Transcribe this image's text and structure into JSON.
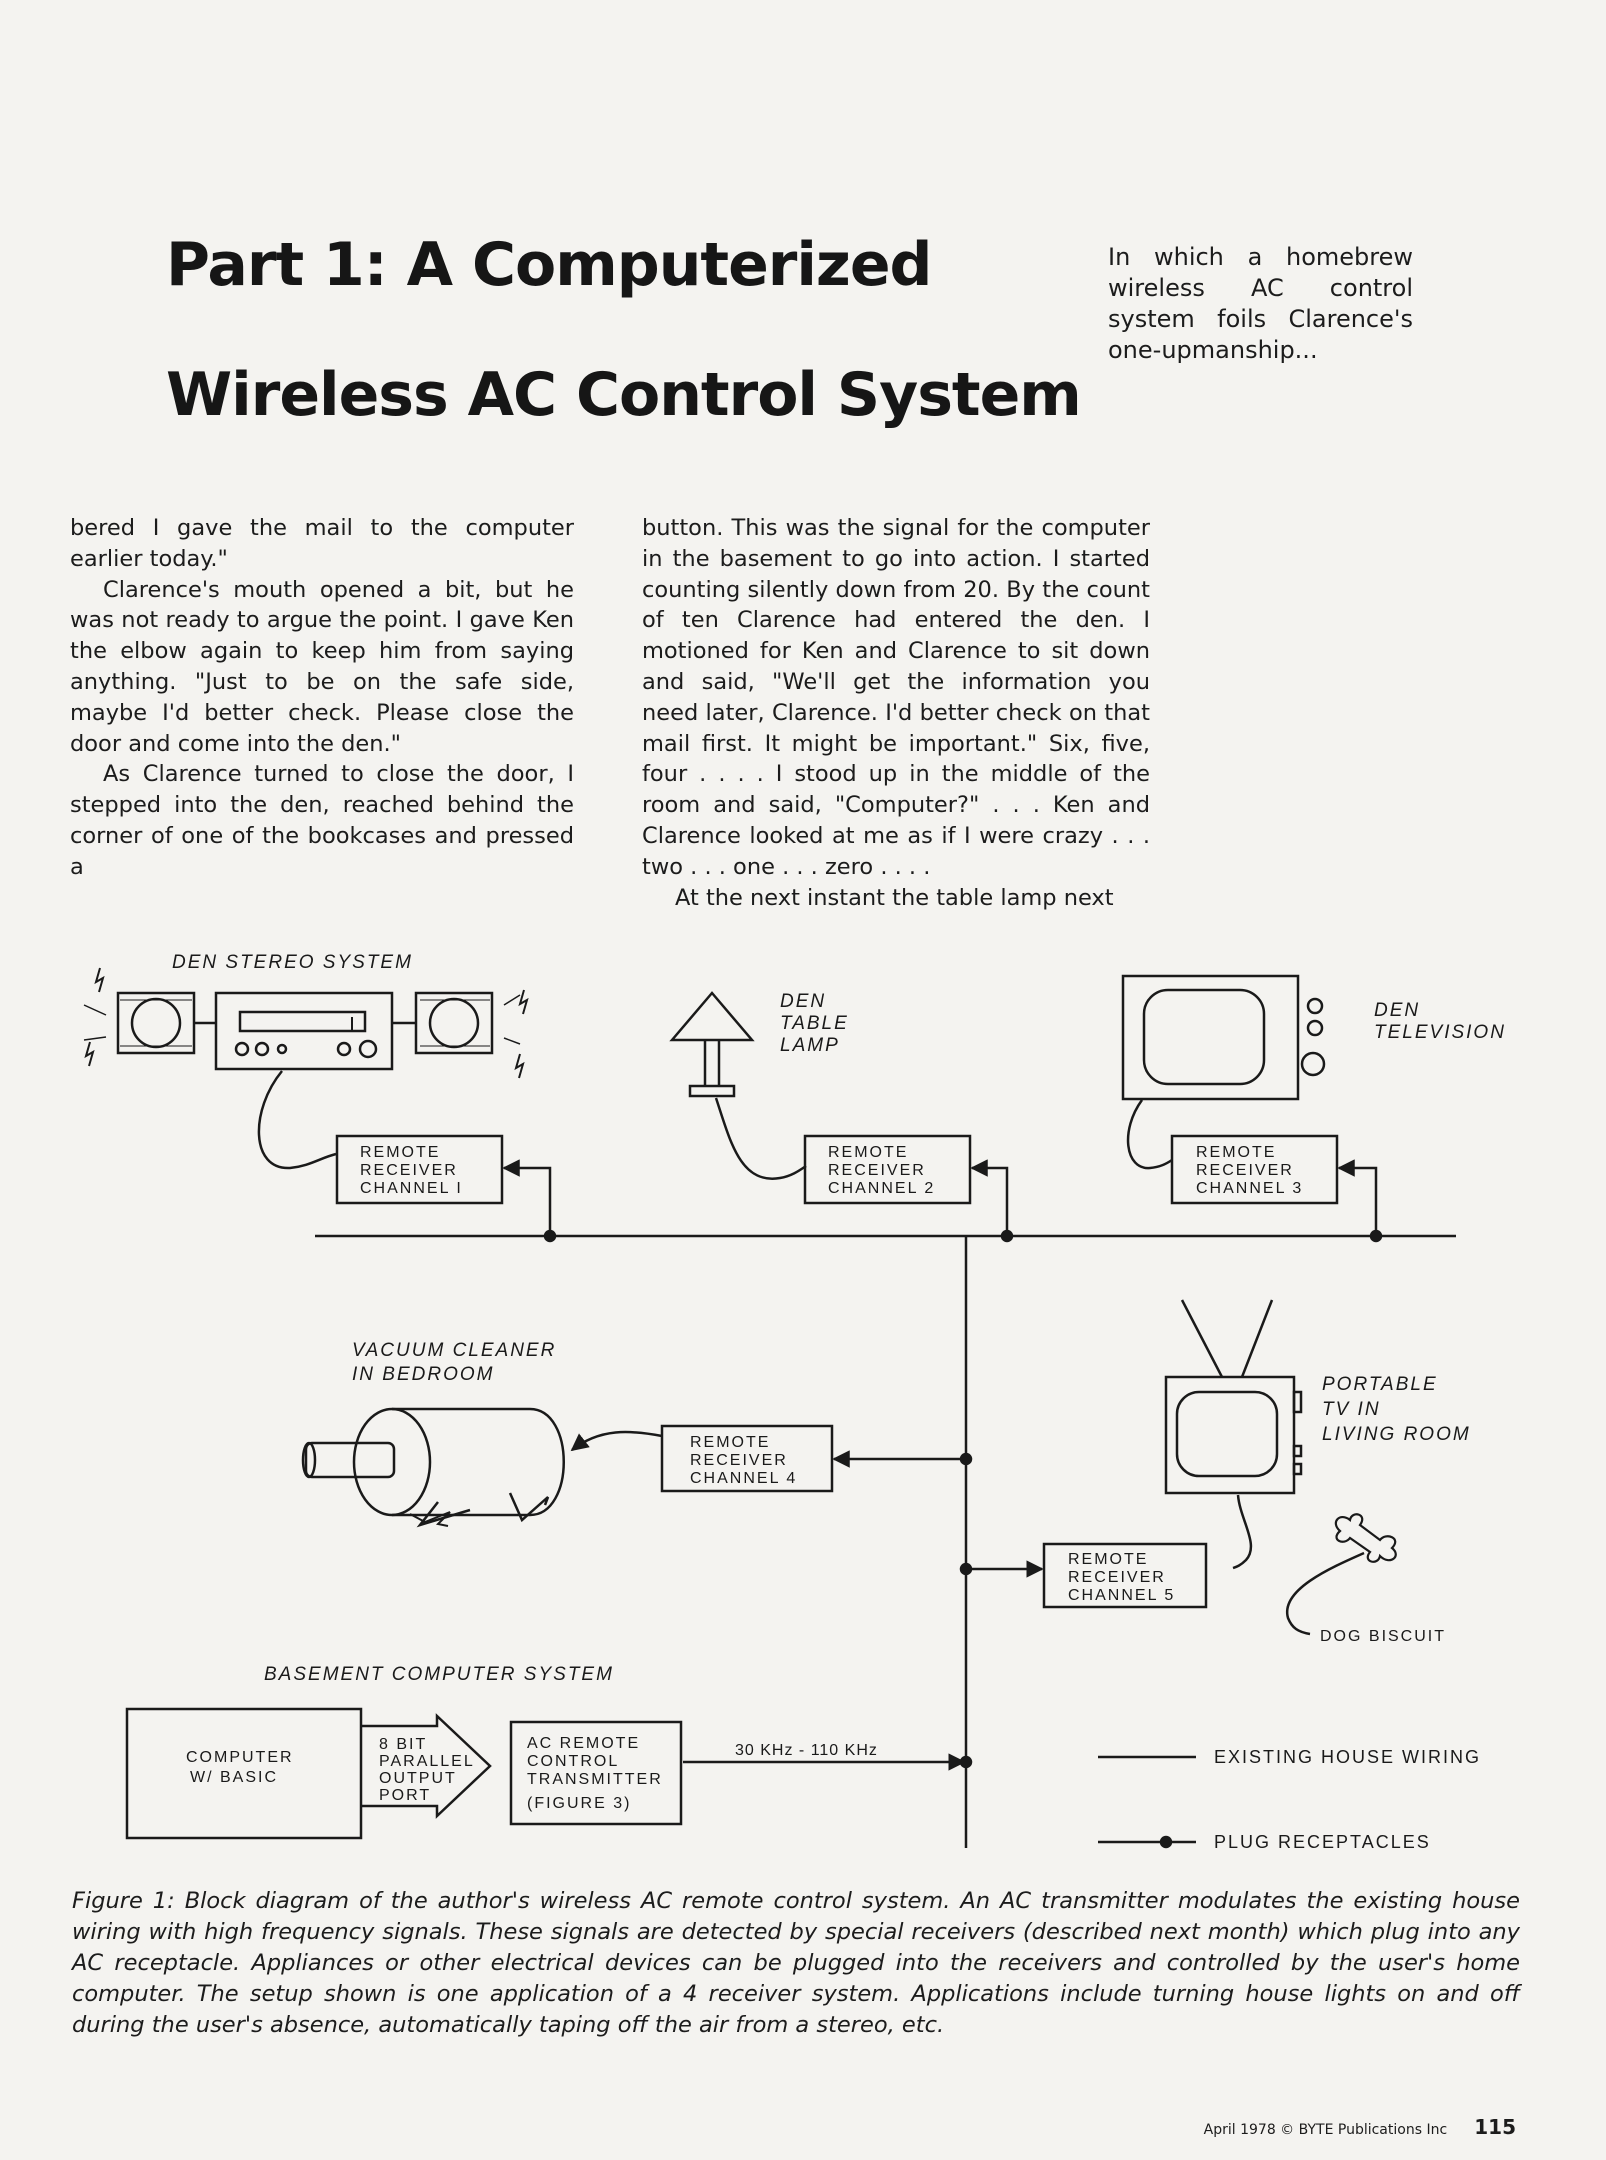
{
  "title": {
    "line1": "Part 1: A Computerized",
    "line2": "Wireless AC Control System"
  },
  "deck": "In which a homebrew wireless AC control system foils Clarence's one-upmanship...",
  "column1": [
    "bered I gave the mail to the computer earlier today.\"",
    "Clarence's mouth opened a bit, but he was not ready to argue the point. I gave Ken the elbow again to keep him from saying anything. \"Just to be on the safe side, maybe I'd better check. Please close the door and come into the den.\"",
    "As Clarence turned to close the door, I stepped into the den, reached behind the corner of one of the bookcases and pressed a"
  ],
  "column2": [
    "button. This was the signal for the computer in the basement to go into action. I started counting silently down from 20. By the count of ten Clarence had entered the den. I motioned for Ken and Clarence to sit down and said, \"We'll get the information you need later, Clarence. I'd better check on that mail first. It might be important.\" Six, five, four . . . . I stood up in the middle of the room and said, \"Computer?\" . . . Ken and Clarence looked at me as if I were crazy . . . two . . . one . . . zero . . . .",
    "At the next instant the table lamp next"
  ],
  "diagram": {
    "stereo_label": "DEN STEREO SYSTEM",
    "lamp_label": [
      "DEN",
      "TABLE",
      "LAMP"
    ],
    "tv_label": [
      "DEN",
      "TELEVISION"
    ],
    "receiver1": [
      "REMOTE",
      "RECEIVER",
      "CHANNEL I"
    ],
    "receiver2": [
      "REMOTE",
      "RECEIVER",
      "CHANNEL 2"
    ],
    "receiver3": [
      "REMOTE",
      "RECEIVER",
      "CHANNEL 3"
    ],
    "vacuum_label": [
      "VACUUM CLEANER",
      "IN BEDROOM"
    ],
    "receiver4": [
      "REMOTE",
      "RECEIVER",
      "CHANNEL 4"
    ],
    "portable_tv_label": [
      "PORTABLE",
      "TV IN",
      "LIVING ROOM"
    ],
    "receiver5": [
      "REMOTE",
      "RECEIVER",
      "CHANNEL 5"
    ],
    "dog_biscuit_label": "DOG BISCUIT",
    "basement_label": "BASEMENT COMPUTER SYSTEM",
    "computer_box": [
      "COMPUTER",
      "W/ BASIC"
    ],
    "port_box": [
      "8 BIT",
      "PARALLEL",
      "OUTPUT",
      "PORT"
    ],
    "transmitter_box": [
      "AC REMOTE",
      "CONTROL",
      "TRANSMITTER",
      "(FIGURE 3)"
    ],
    "frequency_label": "30 KHz - 110 KHz",
    "legend_wiring": "EXISTING HOUSE WIRING",
    "legend_receptacles": "PLUG RECEPTACLES"
  },
  "caption": "Figure 1: Block diagram of the author's wireless AC remote control system. An AC transmitter modulates the existing house wiring with high frequency signals. These signals are detected by special receivers (described next month) which plug into any AC receptacle. Appliances or other electrical devices can be plugged into the receivers and controlled by the user's home computer. The setup shown is one application of a 4 receiver system. Applications include turning house lights on and off during the user's absence, automatically taping off the air from a stereo, etc.",
  "footer": {
    "credit": "April 1978 © BYTE Publications Inc",
    "page_number": "115"
  }
}
